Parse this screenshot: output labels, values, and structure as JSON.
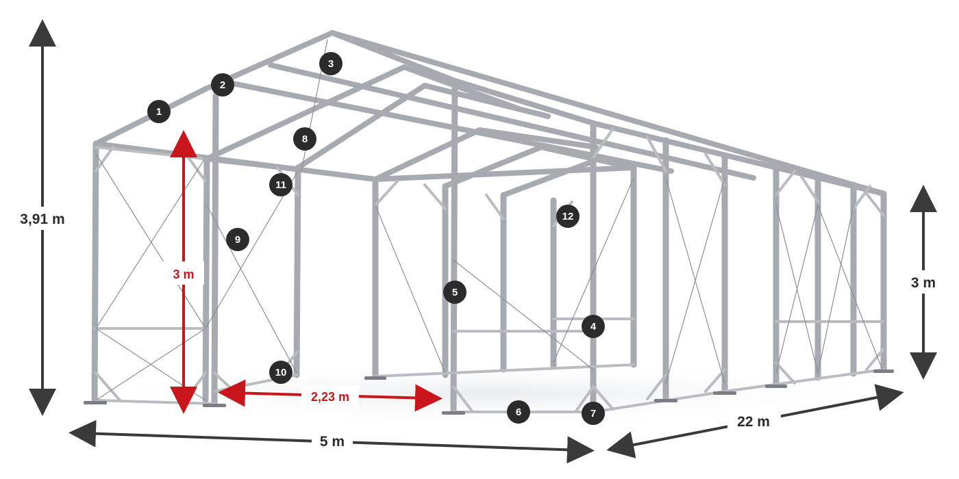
{
  "dimensions": {
    "total_height": "3,91 m",
    "side_height": "3 m",
    "inner_height": "3 m",
    "width": "5 m",
    "length": "22 m",
    "door_width": "2,23 m"
  },
  "markers": [
    "1",
    "2",
    "3",
    "4",
    "5",
    "6",
    "7",
    "8",
    "9",
    "10",
    "11",
    "12"
  ],
  "colors": {
    "frame": "#a7abb1",
    "frame_dark": "#7a7e84",
    "marker": "#2b2b2b",
    "dimension_red": "#c8161c",
    "dimension_dark": "#3a3a3a"
  }
}
